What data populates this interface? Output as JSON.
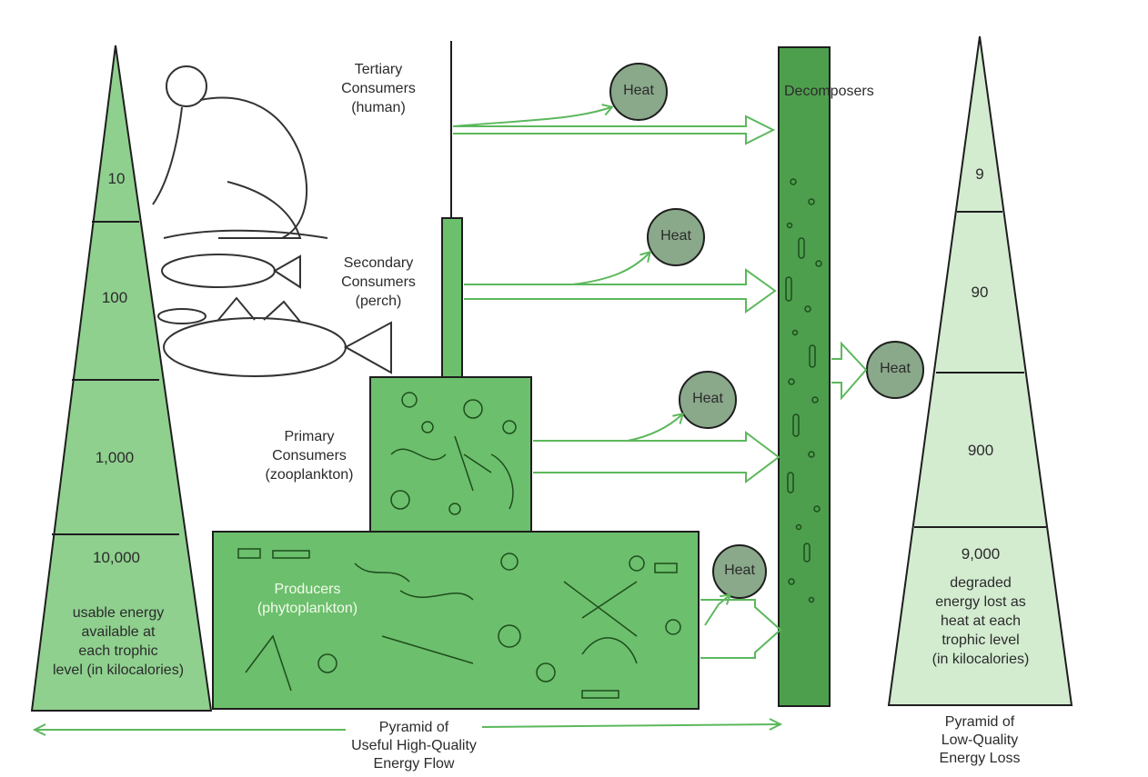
{
  "colors": {
    "pyramid_fill": "#8fd08f",
    "pyramid_fill_light": "#d3ecd0",
    "level_fill": "#6cbf6c",
    "decomposer_fill": "#4d9f4d",
    "heat_fill": "#8aa88a",
    "arrow": "#5cb85c",
    "outline": "#1e1e1e"
  },
  "left_pyramid": {
    "levels": [
      "10",
      "100",
      "1,000",
      "10,000"
    ],
    "note": "usable energy\navailable at\neach trophic\nlevel  (in kilocalories)"
  },
  "right_pyramid": {
    "levels": [
      "9",
      "90",
      "900",
      "9,000"
    ],
    "note": "degraded\nenergy lost as\nheat at each\ntrophic level\n(in kilocalories)"
  },
  "trophic_levels": {
    "tertiary": "Tertiary\nConsumers\n(human)",
    "secondary": "Secondary\nConsumers\n(perch)",
    "primary": "Primary\nConsumers\n(zooplankton)",
    "producers": "Producers\n(phytoplankton)"
  },
  "decomposers": "Decomposers",
  "heat_label": "Heat",
  "captions": {
    "useful": "Pyramid of\nUseful High-Quality\nEnergy Flow",
    "loss": "Pyramid of\nLow-Quality\nEnergy Loss"
  },
  "illustrations": [
    "human-figure",
    "perch-fish",
    "zooplankton",
    "phytoplankton",
    "bacteria"
  ]
}
